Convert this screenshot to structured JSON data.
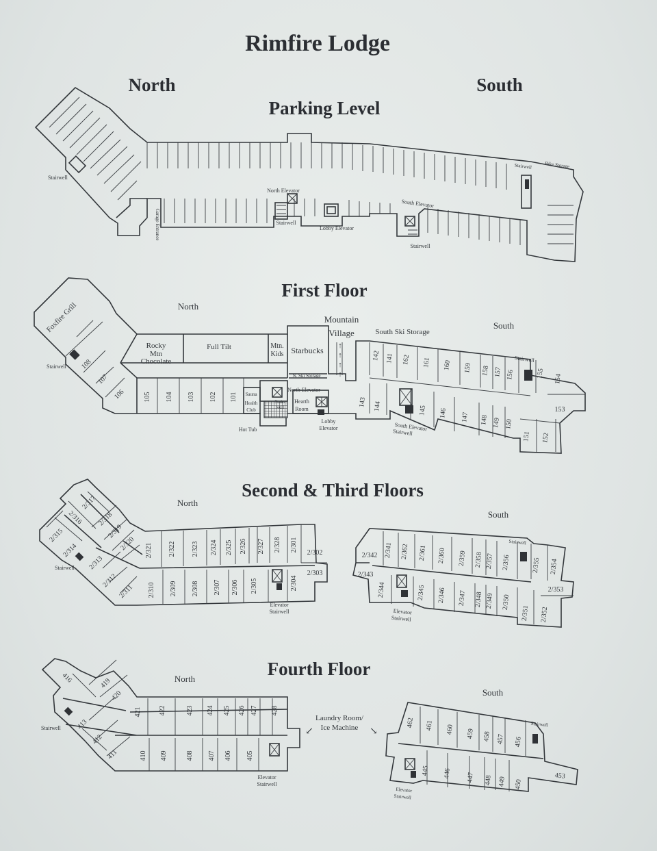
{
  "title": "Rimfire Lodge",
  "compass": {
    "north": "North",
    "south": "South"
  },
  "parking": {
    "heading": "Parking Level",
    "labels": {
      "stairwell_w": "Stairwell",
      "garage_entrance": "Garage Entrance",
      "north_elevator": "North Elevator",
      "stairwell_n": "Stairwell",
      "lobby_elevator": "Lobby Elevator",
      "south_elevator": "South Elevator",
      "stairwell_s": "Stairwell",
      "stairwell_e": "Stairwell",
      "bike_storage": "Bike Storage"
    }
  },
  "first": {
    "heading": "First Floor",
    "north": "North",
    "south": "South",
    "foxfire": "Foxfire Grill",
    "rocky1": "Rocky",
    "rocky2": "Mtn",
    "rocky3": "Chocolate",
    "fulltilt": "Full Tilt",
    "mtnkids1": "Mtn.",
    "mtnkids2": "Kids",
    "starbucks": "Starbucks",
    "mv1": "Mountain",
    "mv2": "Village",
    "southski": "South Ski Storage",
    "nski": "N. Ski Storage",
    "stairwell_w": "Stairwell",
    "stairwell_e": "Stairwell",
    "north_elevator": "North Elevator",
    "sauna": "Sauna",
    "health1": "Health",
    "health2": "Club",
    "stair1": "Stair-",
    "stair2": "well",
    "hearth1": "Hearth",
    "hearth2": "Room",
    "hottub": "Hot Tub",
    "lobby1": "Lobby",
    "lobby2": "Elevator",
    "southelev": "South Elevator",
    "southstair": "Stairwell",
    "rooms_wing_top": [
      "141",
      "142",
      "162",
      "161",
      "160",
      "159",
      "158",
      "157",
      "156"
    ],
    "rooms_wing_bottom": [
      "143",
      "144",
      "145",
      "146",
      "147",
      "148",
      "149",
      "150"
    ],
    "rooms_north": [
      "108",
      "107",
      "106"
    ],
    "rooms_main": [
      "105",
      "104",
      "103",
      "102",
      "101"
    ],
    "rooms_end": [
      "155",
      "154",
      "153",
      "151",
      "152"
    ]
  },
  "second": {
    "heading": "Second & Third Floors",
    "north": "North",
    "south": "South",
    "stairwell_w": "Stairwell",
    "elevator": "Elevator",
    "stairwell_c": "Stairwell",
    "stairwell_e": "Stairwell",
    "elevator_s": "Elevator",
    "stairwell_s": "Stairwell",
    "diag_rooms": [
      "2/317",
      "2/316",
      "2/318",
      "2/315",
      "2/319",
      "2/314",
      "2/320",
      "2/313",
      "2/312",
      "2/311"
    ],
    "top_rooms": [
      "2/321",
      "2/322",
      "2/323",
      "2/324",
      "2/325",
      "2/326",
      "2/327",
      "2/328",
      "2/301"
    ],
    "bottom_rooms": [
      "2/310",
      "2/309",
      "2/308",
      "2/307",
      "2/306",
      "2/305",
      "2/304"
    ],
    "end_rooms": [
      "2/302",
      "2/303"
    ],
    "s_top_rooms": [
      "2/341",
      "2/362",
      "2/361",
      "2/360",
      "2/359",
      "2/358",
      "2/357",
      "2/356",
      "2/355",
      "2/354"
    ],
    "s_bottom_rooms": [
      "2/344",
      "2/345",
      "2/346",
      "2/347",
      "2/348",
      "2/349",
      "2/350",
      "2/351",
      "2/352"
    ],
    "s_side_rooms": [
      "2/342",
      "2/343",
      "2/353"
    ]
  },
  "fourth": {
    "heading": "Fourth Floor",
    "north": "North",
    "south": "South",
    "laundry1": "Laundry Room/",
    "laundry2": "Ice Machine",
    "stairwell_w": "Stairwell",
    "elevator": "Elevator",
    "stairwell_c": "Stairwell",
    "stairwell_e": "Stairwell",
    "elevator_s": "Elevator",
    "stairwell_s": "Stairwell",
    "diag_rooms": [
      "416",
      "419",
      "420",
      "413",
      "412",
      "411"
    ],
    "top_rooms": [
      "421",
      "422",
      "423",
      "424",
      "425",
      "426",
      "427",
      "428"
    ],
    "bottom_rooms": [
      "410",
      "409",
      "408",
      "407",
      "406",
      "405"
    ],
    "s_top_rooms": [
      "462",
      "461",
      "460",
      "459",
      "458",
      "457",
      "456"
    ],
    "s_bottom_rooms": [
      "445",
      "446",
      "447",
      "448",
      "449",
      "450"
    ],
    "s_end": "453"
  }
}
